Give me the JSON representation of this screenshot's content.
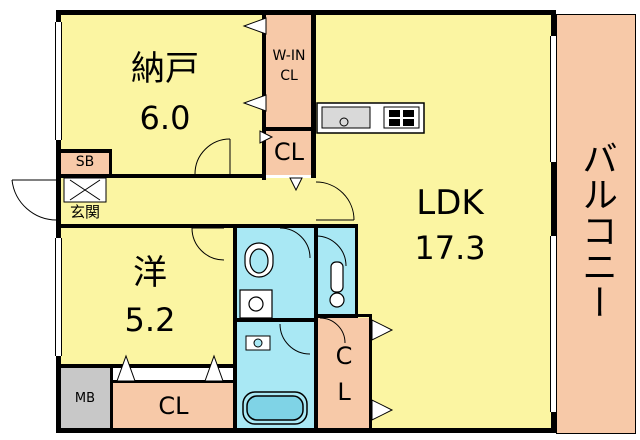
{
  "rooms": {
    "storage_room": {
      "name": "納戸",
      "size": "6.0"
    },
    "walk_in_closet": {
      "line1": "W-IN",
      "line2": "CL"
    },
    "closet_upper": "CL",
    "shoe_box": "SB",
    "entrance": "玄関",
    "western_room": {
      "name": "洋",
      "size": "5.2"
    },
    "meter_box": "MB",
    "closet_lower": "CL",
    "closet_right": {
      "line1": "C",
      "line2": "L"
    },
    "ldk": {
      "name": "LDK",
      "size": "17.3"
    },
    "balcony": "バルコニー"
  },
  "colors": {
    "living": "#fbf5a2",
    "storage": "#f7c9a8",
    "wet_area": "#a9e8f4",
    "meter": "#c8c8c8"
  }
}
